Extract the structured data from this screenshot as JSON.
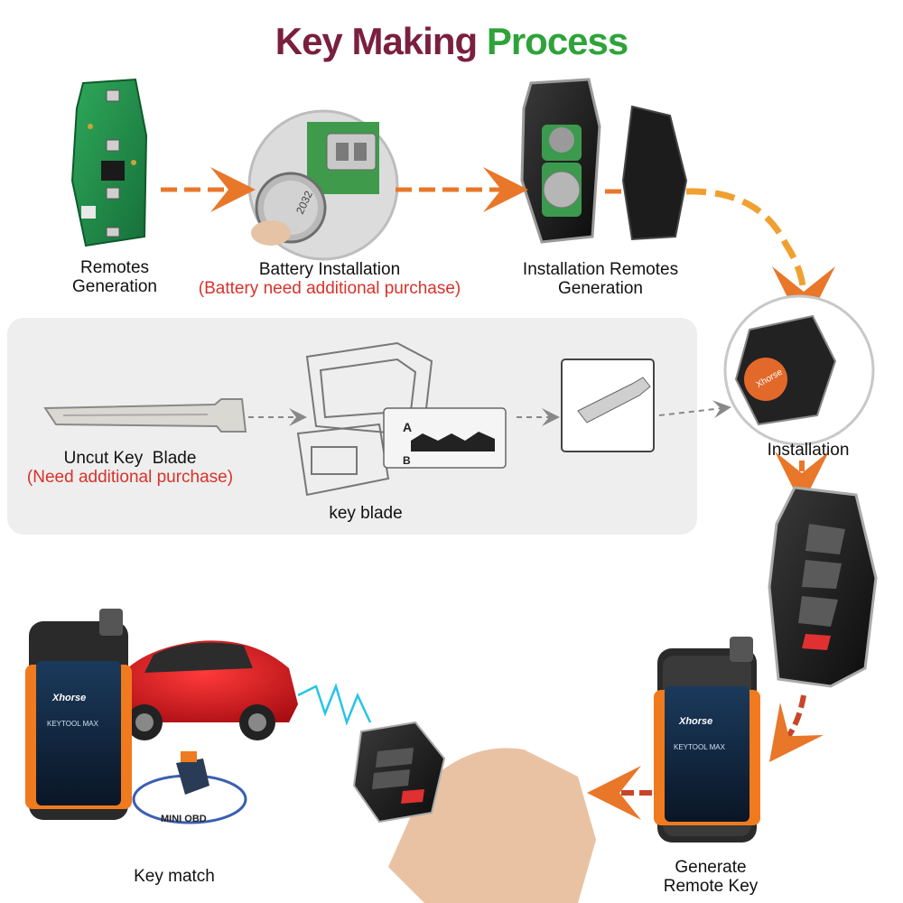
{
  "title": {
    "part1": "Key Making",
    "part2": "Process"
  },
  "steps": {
    "remotes_generation": {
      "line1": "Remotes",
      "line2": "Generation"
    },
    "battery_installation": {
      "label": "Battery Installation",
      "note": "(Battery need additional purchase)"
    },
    "installation_remotes": {
      "line1": "Installation Remotes",
      "line2": "Generation"
    },
    "installation": {
      "label": "Installation"
    },
    "uncut_blade": {
      "label": "Uncut Key  Blade",
      "note": "(Need additional purchase)"
    },
    "key_blade": {
      "label": "key blade"
    },
    "generate_remote": {
      "line1": "Generate",
      "line2": "Remote Key"
    },
    "key_match": {
      "label": "Key match"
    }
  },
  "device": {
    "brand": "Xhorse",
    "model": "KEYTOOL MAX",
    "accessory": "MINI OBD"
  },
  "battery_text": "2032",
  "blade_chart": {
    "row_a": "A",
    "row_b": "B"
  },
  "colors": {
    "title_dark": "#7a1f3d",
    "title_green": "#2fa33a",
    "arrow": "#e8772a",
    "note_red": "#d9322a",
    "panel": "#eeeeee"
  }
}
